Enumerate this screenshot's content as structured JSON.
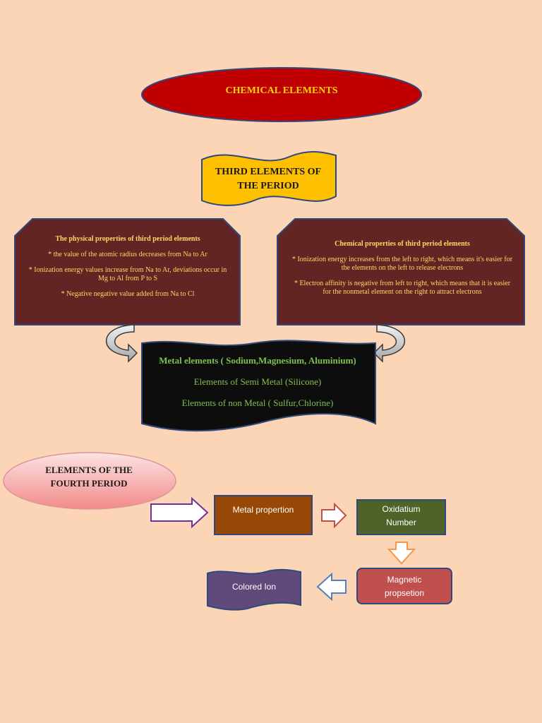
{
  "header": {
    "title": "CHEMICAL ELEMENTS"
  },
  "third_period": {
    "title_line1": "THIRD ELEMENTS OF",
    "title_line2": "THE PERIOD",
    "physical": {
      "heading": "The physical properties of third period elements",
      "items": [
        "* the value of the atomic radius decreases from Na to Ar",
        "* Ionization energy values increase from Na to Ar, deviations occur in Mg to Al from P to S",
        "* Negative negative value added from Na to Cl"
      ]
    },
    "chemical": {
      "heading": "Chemical properties of third period elements",
      "items": [
        "* Ionization energy increases from the left to right, which means it's easier for the elements on the left to release electrons",
        "* Electron affinity is negative from left to right, which means that it is easier for the nonmetal element on the right to attract electrons"
      ]
    },
    "element_groups": [
      "Metal elements ( Sodium,Magnesium, Aluminium)",
      "Elements of Semi Metal (Silicone)",
      "Elements of non Metal ( Sulfur,Chlorine)"
    ]
  },
  "fourth_period": {
    "title_line1": "ELEMENTS OF THE",
    "title_line2": "FOURTH PERIOD",
    "boxes": {
      "metal": "Metal propertion",
      "oxidation_line1": "Oxidatium",
      "oxidation_line2": "Number",
      "magnetic_line1": "Magnetic",
      "magnetic_line2": "propsetion",
      "colored": "Colored Ion"
    }
  },
  "colors": {
    "background": "#fbd5b5",
    "title_ellipse": "#c00000",
    "banner": "#ffc000",
    "property_box": "#632523",
    "elements_box": "#0d0d0d",
    "metal_box": "#974806",
    "oxidation_box": "#4f6228",
    "magnetic_box": "#c0504d",
    "colored_box": "#604a7b"
  }
}
